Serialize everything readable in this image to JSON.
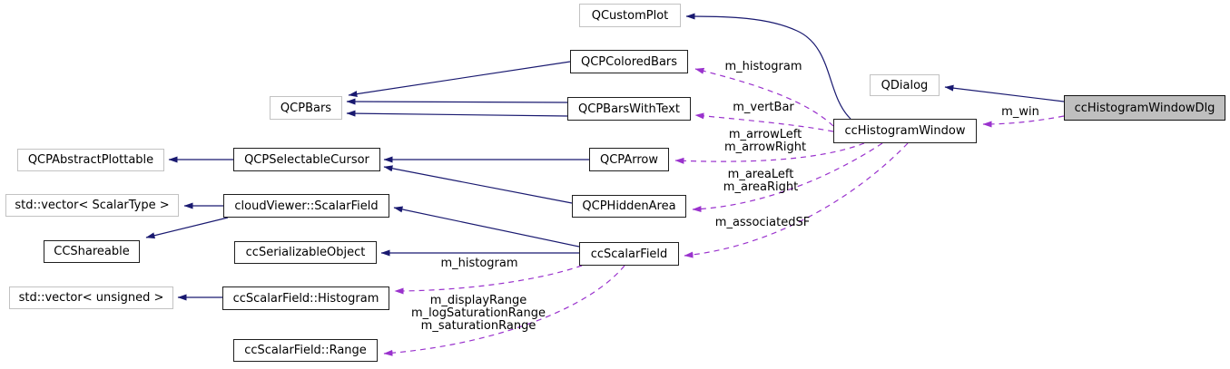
{
  "diagram": {
    "kind": "collaboration-graph",
    "focus_class": "ccHistogramWindowDlg",
    "colors": {
      "inheritance_edge": "#191970",
      "usage_edge": "#9a32cd",
      "node_border": "#1f1f1f",
      "external_node_border": "#c2c2c2",
      "node_fill": "#ffffff",
      "focus_node_fill": "#bfbfbf",
      "text": "#000000",
      "background": "#ffffff"
    },
    "nodes": {
      "qcustomplot": {
        "label": "QCustomPlot"
      },
      "qcpcoloredbars": {
        "label": "QCPColoredBars"
      },
      "qcpbarswithtext": {
        "label": "QCPBarsWithText"
      },
      "qcpbars": {
        "label": "QCPBars"
      },
      "qdialog": {
        "label": "QDialog"
      },
      "cchistogramwindowdlg": {
        "label": "ccHistogramWindowDlg"
      },
      "cchistogramwindow": {
        "label": "ccHistogramWindow"
      },
      "qcpabstractplottable": {
        "label": "QCPAbstractPlottable"
      },
      "qcpselectablecursor": {
        "label": "QCPSelectableCursor"
      },
      "qcparrow": {
        "label": "QCPArrow"
      },
      "vector_scalartype": {
        "label": "std::vector< ScalarType >"
      },
      "cloudviewer_scalarfield": {
        "label": "cloudViewer::ScalarField"
      },
      "qcphiddenarea": {
        "label": "QCPHiddenArea"
      },
      "ccshareable": {
        "label": "CCShareable"
      },
      "ccserializableobject": {
        "label": "ccSerializableObject"
      },
      "ccscalarfield": {
        "label": "ccScalarField"
      },
      "vector_unsigned": {
        "label": "std::vector< unsigned >"
      },
      "ccscalarfield_histogram": {
        "label": "ccScalarField::Histogram"
      },
      "ccscalarfield_range": {
        "label": "ccScalarField::Range"
      }
    },
    "edge_labels": {
      "m_histogram_top": "m_histogram",
      "m_vertBar": "m_vertBar",
      "m_arrowLeft": "m_arrowLeft",
      "m_arrowRight": "m_arrowRight",
      "m_areaLeft": "m_areaLeft",
      "m_areaRight": "m_areaRight",
      "m_associatedSF": "m_associatedSF",
      "m_win": "m_win",
      "m_histogram_bottom": "m_histogram",
      "m_displayRange": "m_displayRange",
      "m_logSaturationRange": "m_logSaturationRange",
      "m_saturationRange": "m_saturationRange"
    }
  }
}
